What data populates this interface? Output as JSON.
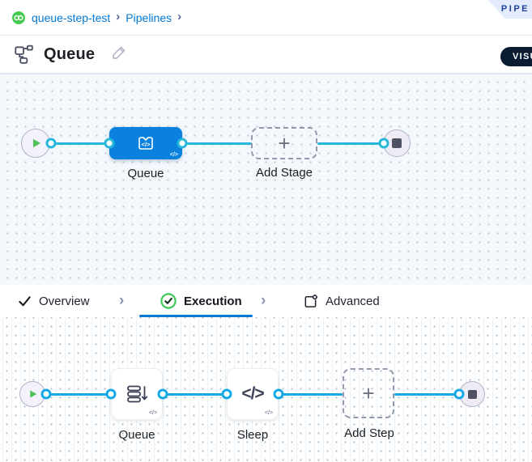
{
  "breadcrumb": {
    "items": [
      "queue-step-test",
      "Pipelines"
    ],
    "separator": "›"
  },
  "corner_ribbon": {
    "label": "PIPE"
  },
  "title_bar": {
    "title": "Queue",
    "mode_badge": "VISUAL"
  },
  "stage_graph": {
    "stage_label": "Queue",
    "add_stage_label": "Add Stage",
    "plus": "+",
    "code_badge": "</>"
  },
  "tabs": {
    "separator": "›",
    "items": [
      {
        "label": "Overview",
        "active": false
      },
      {
        "label": "Execution",
        "active": true
      },
      {
        "label": "Advanced",
        "active": false
      }
    ]
  },
  "execution_graph": {
    "steps": [
      {
        "label": "Queue",
        "icon": "queue-icon"
      },
      {
        "label": "Sleep",
        "icon": "code-icon"
      }
    ],
    "add_step_label": "Add Step",
    "plus": "+",
    "code_badge": "</>",
    "code_glyph": "</>"
  },
  "colors": {
    "accent_blue": "#0278d5",
    "stage_node_blue": "#0a82dd",
    "stage_link_cyan": "#27b7db",
    "step_link_blue": "#17a8e5",
    "success_green": "#42ca53",
    "play_green": "#4fc257",
    "mode_badge_bg": "#0a1c32",
    "ribbon_bg": "#e4ebfc",
    "ribbon_text": "#1d3f9b",
    "canvas_top_bg": "#f3f8fc",
    "canvas_bottom_bg": "#ffffff"
  }
}
